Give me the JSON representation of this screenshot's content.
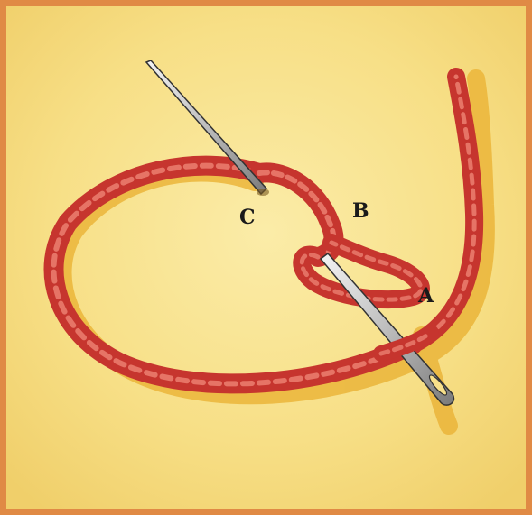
{
  "illustration": {
    "labels": {
      "a": "A",
      "b": "B",
      "c": "C"
    },
    "icons": [
      "needle-icon",
      "thread-icon"
    ],
    "colors": {
      "border": "#e08a45",
      "fabric": "#f7e08a",
      "thread": "#d94a40",
      "thread_highlight": "#f08a7a",
      "shadow": "#e8b23a",
      "needle": "#d8d8d8"
    }
  }
}
